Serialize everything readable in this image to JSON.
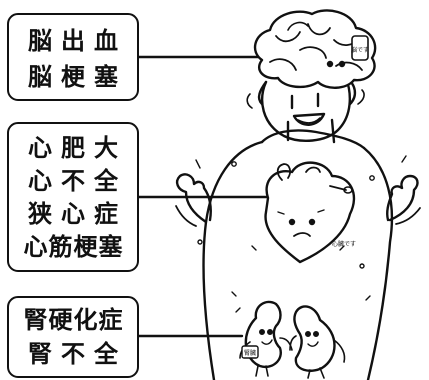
{
  "groups": {
    "brain": {
      "lines": [
        "脳出血",
        "脳梗塞"
      ]
    },
    "heart": {
      "lines": [
        "心肥大",
        "心不全",
        "狭心症",
        "心筋梗塞"
      ]
    },
    "kidney": {
      "lines": [
        "腎硬化症",
        "腎不全"
      ]
    }
  },
  "illustration": {
    "brain_tag": "脳です",
    "heart_tag": "心臓です",
    "kidney_tag": "腎臓"
  }
}
